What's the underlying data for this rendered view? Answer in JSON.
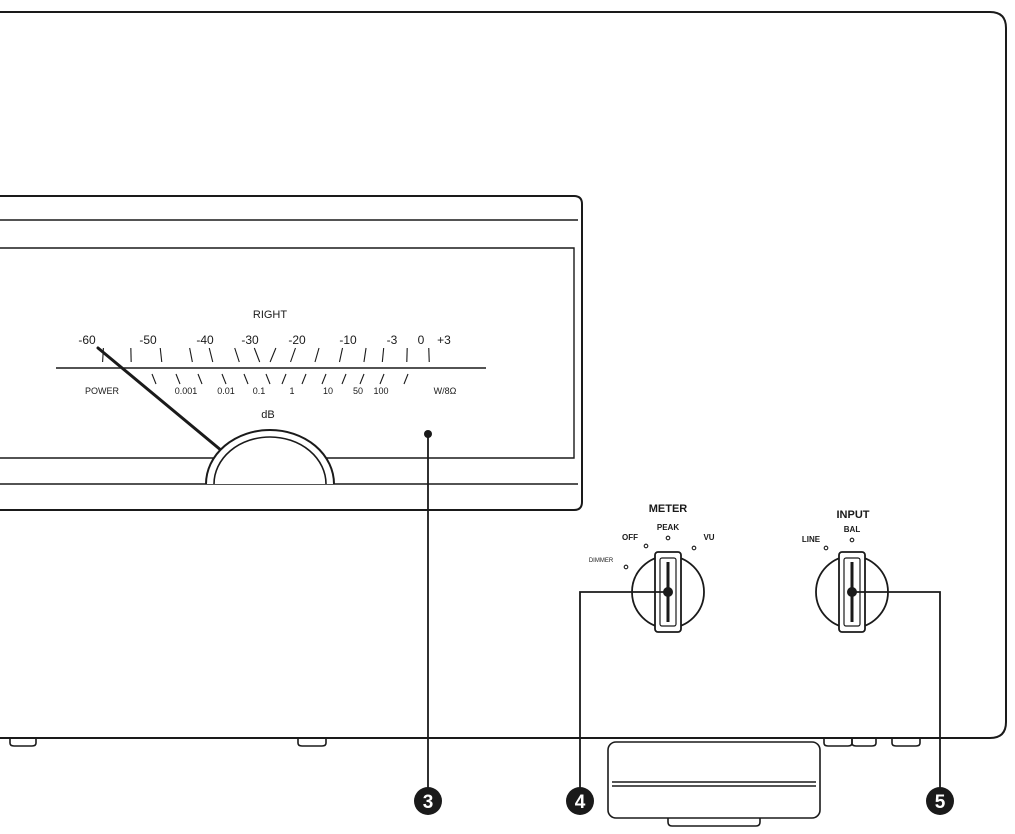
{
  "meter_panel": {
    "channel_label": "RIGHT",
    "unit_label": "dB",
    "power_label": "POWER",
    "power_unit_label": "W/8Ω",
    "db_scale": [
      "-60",
      "-50",
      "-40",
      "-30",
      "-20",
      "-10",
      "-3",
      "0",
      "+3"
    ],
    "power_scale": [
      "0.001",
      "0.01",
      "0.1",
      "1",
      "10",
      "50",
      "100"
    ]
  },
  "meter_knob": {
    "title": "METER",
    "positions": [
      "DIMMER",
      "OFF",
      "PEAK",
      "VU"
    ]
  },
  "input_knob": {
    "title": "INPUT",
    "positions": [
      "LINE",
      "BAL"
    ]
  },
  "callouts": [
    "3",
    "4",
    "5"
  ]
}
